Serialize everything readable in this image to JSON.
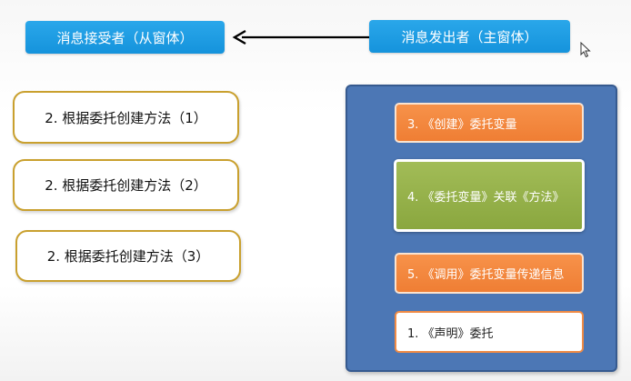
{
  "header": {
    "receiver_label": "消息接受者（从窗体）",
    "sender_label": "消息发出者（主窗体）"
  },
  "methods": [
    {
      "label": "2. 根据委托创建方法（1）"
    },
    {
      "label": "2. 根据委托创建方法（2）"
    },
    {
      "label": "2. 根据委托创建方法（3）"
    }
  ],
  "panel": {
    "steps": [
      {
        "label": "3. 《创建》委托变量"
      },
      {
        "label": "4. 《委托变量》关联《方法》"
      },
      {
        "label": "5. 《调用》委托变量传递信息"
      },
      {
        "label": "1. 《声明》委托"
      }
    ]
  },
  "colors": {
    "header_blue": "#1593dc",
    "method_border": "#c9a02e",
    "panel_blue": "#4c77b5",
    "step_orange": "#ef7e34",
    "step_green": "#8aa73f"
  },
  "icons": {
    "arrow": "arrow-left-icon",
    "cursor": "mouse-cursor-icon"
  }
}
